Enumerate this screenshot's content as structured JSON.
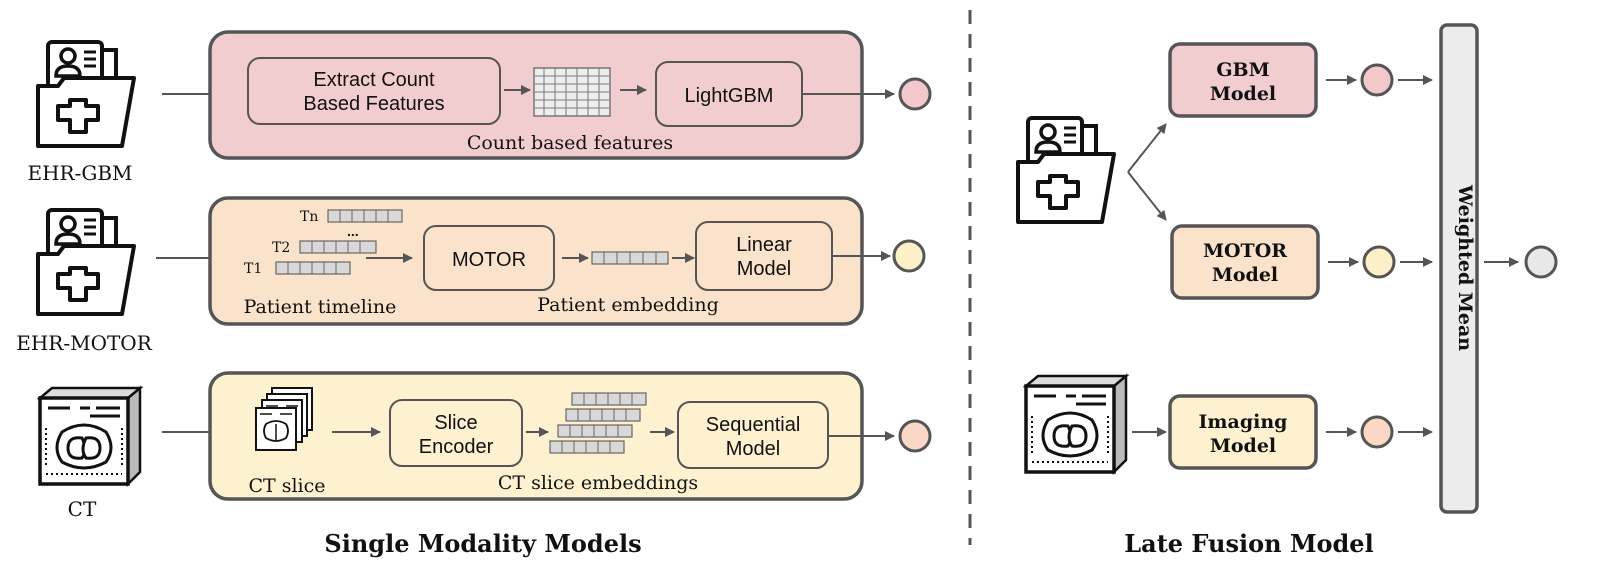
{
  "left": {
    "title": "Single Modality Models",
    "rows": [
      {
        "input_label": "EHR-GBM",
        "step1_line1": "Extract Count",
        "step1_line2": "Based Features",
        "model_label": "LightGBM",
        "caption": "Count based features"
      },
      {
        "input_label": "EHR-MOTOR",
        "timeline_tn": "Tn",
        "timeline_dots": "...",
        "timeline_t2": "T2",
        "timeline_t1": "T1",
        "encoder_label": "MOTOR",
        "model_line1": "Linear",
        "model_line2": "Model",
        "caption_left": "Patient timeline",
        "caption_right": "Patient embedding"
      },
      {
        "input_label": "CT",
        "slice_caption": "CT slice",
        "encoder_line1": "Slice",
        "encoder_line2": "Encoder",
        "model_line1": "Sequential",
        "model_line2": "Model",
        "caption": "CT slice embeddings"
      }
    ]
  },
  "right": {
    "title": "Late Fusion Model",
    "gbm_line1": "GBM",
    "gbm_line2": "Model",
    "motor_line1": "MOTOR",
    "motor_line2": "Model",
    "imaging_line1": "Imaging",
    "imaging_line2": "Model",
    "fusion_label": "Weighted Mean"
  },
  "colors": {
    "gbm_fill": "#f2cdd0",
    "motor_fill": "#fbe3cb",
    "ct_fill": "#fdf1cf",
    "gbm_dot": "#f2c8cd",
    "motor_dot": "#fdf0c8",
    "ct_dot": "#fbd8c5",
    "final_dot": "#e8e8e8",
    "stroke": "#555555"
  }
}
